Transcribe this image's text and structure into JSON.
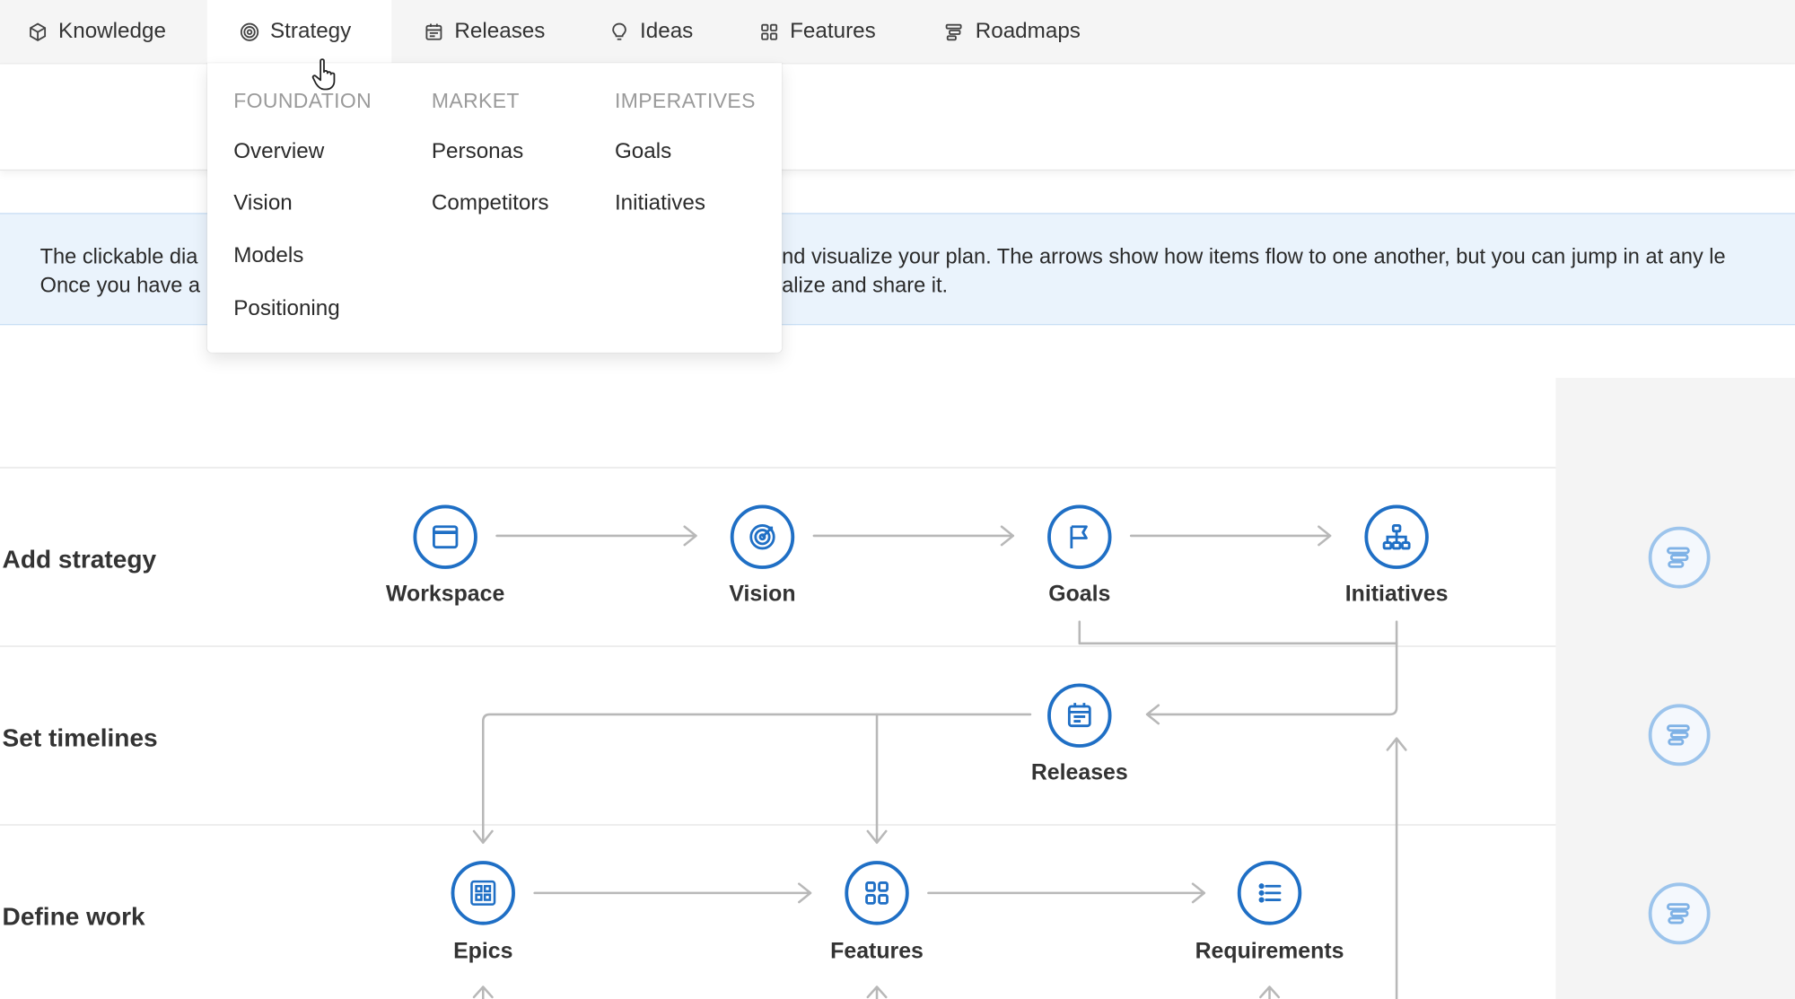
{
  "nav": {
    "items": [
      {
        "label": "Knowledge",
        "icon": "cube-icon"
      },
      {
        "label": "Strategy",
        "icon": "target-icon"
      },
      {
        "label": "Releases",
        "icon": "calendar-icon"
      },
      {
        "label": "Ideas",
        "icon": "lightbulb-icon"
      },
      {
        "label": "Features",
        "icon": "grid-icon"
      },
      {
        "label": "Roadmaps",
        "icon": "roadmap-icon"
      }
    ],
    "active": "Strategy"
  },
  "dropdown": {
    "columns": [
      {
        "heading": "FOUNDATION",
        "items": [
          "Overview",
          "Vision",
          "Models",
          "Positioning"
        ]
      },
      {
        "heading": "MARKET",
        "items": [
          "Personas",
          "Competitors"
        ]
      },
      {
        "heading": "IMPERATIVES",
        "items": [
          "Goals",
          "Initiatives"
        ]
      }
    ]
  },
  "banner": {
    "line1_left": "The clickable dia",
    "line1_right": "nd visualize your plan. The arrows show how items flow to one another, but you can jump in at any le",
    "line2_left": "Once you have a",
    "line2_right": "alize and share it."
  },
  "rows": [
    {
      "label": "Add strategy"
    },
    {
      "label": "Set timelines"
    },
    {
      "label": "Define work"
    }
  ],
  "nodes": {
    "workspace": "Workspace",
    "vision": "Vision",
    "goals": "Goals",
    "initiatives": "Initiatives",
    "releases": "Releases",
    "epics": "Epics",
    "features": "Features",
    "requirements": "Requirements"
  },
  "colors": {
    "accent": "#1f6fc5",
    "connector": "#b8b8b8",
    "banner_bg": "#eaf3fc",
    "panel_icon": "#9cc4ec"
  }
}
